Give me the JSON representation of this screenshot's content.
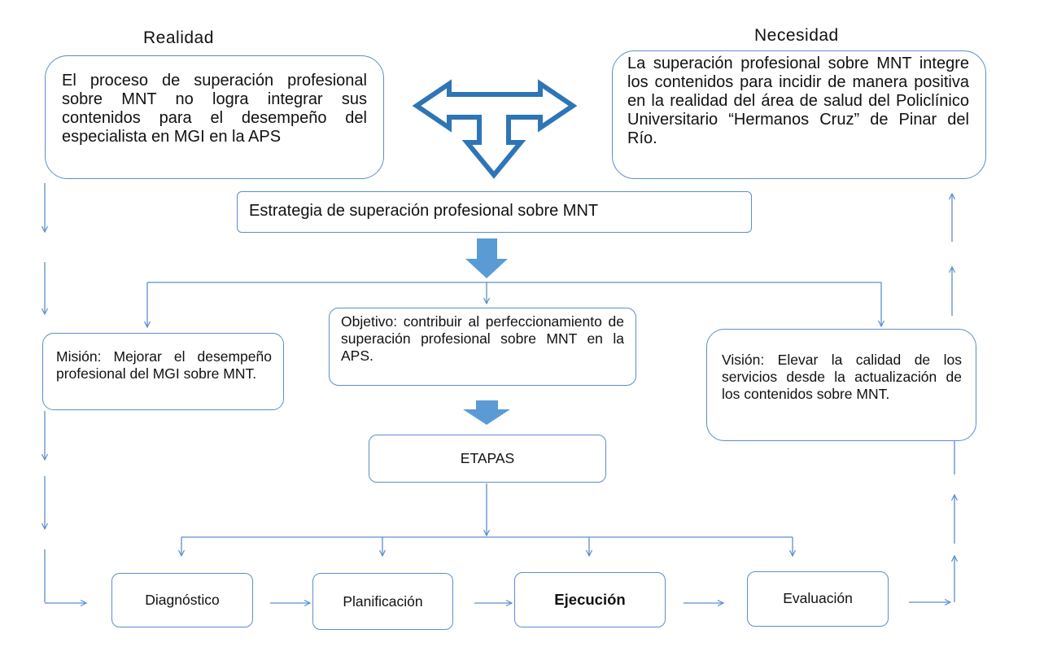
{
  "headings": {
    "realidad": "Realidad",
    "necesidad": "Necesidad"
  },
  "realidad_text": "El proceso de superación profesional sobre MNT no logra integrar sus contenidos para el desempeño del especialista en MGI en la APS",
  "necesidad_text": "La superación profesional sobre MNT integre los contenidos para incidir de manera positiva en la realidad del área de salud del Policlínico Universitario “Hermanos Cruz” de Pinar del Río.",
  "estrategia": "Estrategia de superación profesional sobre MNT",
  "mision": "Misión: Mejorar el desempeño profesional del MGI sobre MNT.",
  "objetivo": "Objetivo: contribuir al perfeccionamiento de superación profesional sobre MNT en la APS.",
  "vision": "Visión: Elevar la calidad de los servicios desde la actualización de los contenidos sobre MNT.",
  "etapas": "ETAPAS",
  "stages": {
    "diagnostico": "Diagnóstico",
    "planificacion": "Planificación",
    "ejecucion": "Ejecución",
    "evaluacion": "Evaluación"
  },
  "colors": {
    "line": "#5b8fc9",
    "fill_arrow": "#5b9bd5",
    "outline_arrow": "#2e75b6"
  }
}
